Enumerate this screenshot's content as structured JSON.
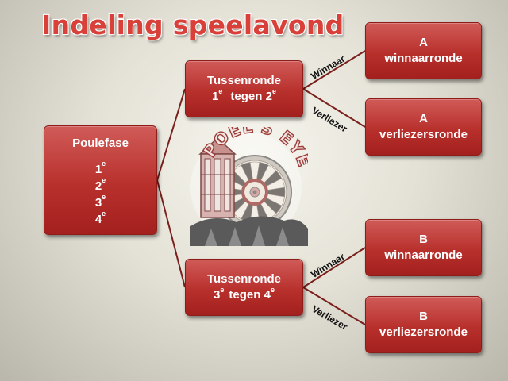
{
  "title": "Indeling speelavond",
  "pool": {
    "heading": "Poulefase",
    "ranks": [
      {
        "n": "1",
        "suffix": "e"
      },
      {
        "n": "2",
        "suffix": "e"
      },
      {
        "n": "3",
        "suffix": "e"
      },
      {
        "n": "4",
        "suffix": "e"
      }
    ]
  },
  "interim": [
    {
      "title": "Tussenronde",
      "a": "1",
      "a_suffix": "e",
      "vs": "tegen",
      "b": "2",
      "b_suffix": "e"
    },
    {
      "title": "Tussenronde",
      "a": "3",
      "a_suffix": "e",
      "vs": "tegen",
      "b": "4",
      "b_suffix": "e"
    }
  ],
  "finals": {
    "a_winner": {
      "letter": "A",
      "name": "winnaarronde"
    },
    "a_loser": {
      "letter": "A",
      "name": "verliezersronde"
    },
    "b_winner": {
      "letter": "B",
      "name": "winnaarronde"
    },
    "b_loser": {
      "letter": "B",
      "name": "verliezersronde"
    }
  },
  "edge_labels": {
    "winner": "Winnaar",
    "loser": "Verliezer"
  },
  "logo": {
    "text": "POEL'S EYE"
  },
  "colors": {
    "box_fill": "#b8302c",
    "title": "#d9403a",
    "connector": "#7a1f1c"
  }
}
